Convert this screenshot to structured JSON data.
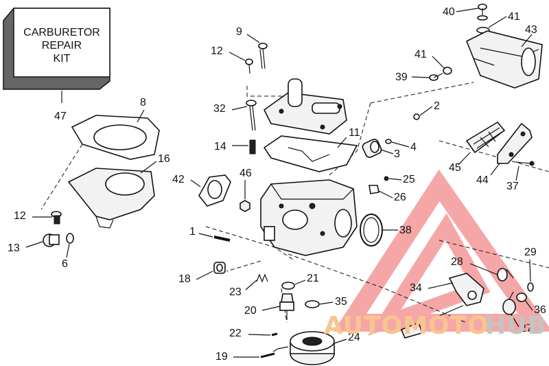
{
  "kit": {
    "lines": [
      "CARBURETOR",
      "REPAIR",
      "KIT"
    ]
  },
  "parts": [
    {
      "label": "40",
      "part": "screw-40"
    },
    {
      "label": "41",
      "part": "washer-41-top"
    },
    {
      "label": "43",
      "part": "air-silencer-43"
    },
    {
      "label": "9",
      "part": "screw-9"
    },
    {
      "label": "12",
      "part": "screw-12-upper"
    },
    {
      "label": "41",
      "part": "washer-41-mid"
    },
    {
      "label": "39",
      "part": "screw-39"
    },
    {
      "label": "8",
      "part": "gasket-8"
    },
    {
      "label": "32",
      "part": "screw-32"
    },
    {
      "label": "2",
      "part": "clip-2"
    },
    {
      "label": "47",
      "part": "carburetor-repair-kit"
    },
    {
      "label": "16",
      "part": "float-bowl-16"
    },
    {
      "label": "11",
      "part": "gasket-11"
    },
    {
      "label": "14",
      "part": "needle-14"
    },
    {
      "label": "4",
      "part": "o-ring-4"
    },
    {
      "label": "3",
      "part": "bushing-3"
    },
    {
      "label": "45",
      "part": "screen-45"
    },
    {
      "label": "44",
      "part": "bracket-44"
    },
    {
      "label": "42",
      "part": "gasket-42"
    },
    {
      "label": "46",
      "part": "nut-46"
    },
    {
      "label": "25",
      "part": "screw-25"
    },
    {
      "label": "37",
      "part": "screw-37"
    },
    {
      "label": "26",
      "part": "clip-26"
    },
    {
      "label": "12",
      "part": "screw-12-lower"
    },
    {
      "label": "1",
      "part": "pin-1"
    },
    {
      "label": "38",
      "part": "o-ring-38"
    },
    {
      "label": "13",
      "part": "plug-13"
    },
    {
      "label": "6",
      "part": "washer-6"
    },
    {
      "label": "29",
      "part": "washer-29"
    },
    {
      "label": "28",
      "part": "spring-28"
    },
    {
      "label": "18",
      "part": "fitting-18"
    },
    {
      "label": "21",
      "part": "washer-21"
    },
    {
      "label": "23",
      "part": "spring-23"
    },
    {
      "label": "34",
      "part": "throttle-lever-34"
    },
    {
      "label": "36",
      "part": "washer-36"
    },
    {
      "label": "35",
      "part": "o-ring-35"
    },
    {
      "label": "20",
      "part": "valve-20"
    },
    {
      "label": "27",
      "part": "spring-27"
    },
    {
      "label": "22",
      "part": "pin-22"
    },
    {
      "label": "24",
      "part": "float-24"
    },
    {
      "label": "19",
      "part": "pin-19"
    }
  ],
  "watermark": {
    "prefix": "AUTOMOTO",
    "suffix": "HUB",
    "color_primary": "#f28a8a",
    "color_secondary": "#c4c4c4"
  }
}
